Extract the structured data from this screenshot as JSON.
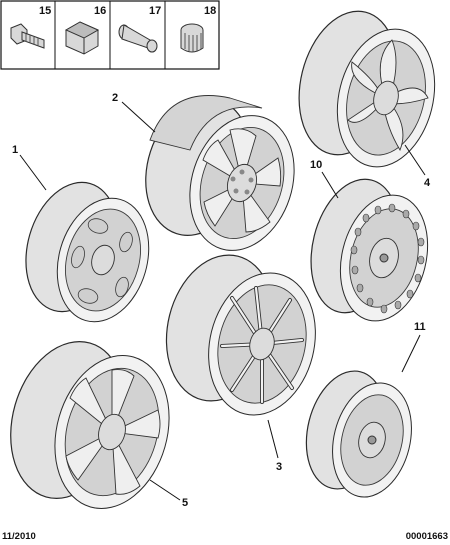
{
  "footer": {
    "date": "11/2010",
    "ref": "00001663"
  },
  "top_parts": [
    {
      "ref": "15",
      "icon": "wheel-bolt-icon"
    },
    {
      "ref": "16",
      "icon": "lock-nut-cap-icon"
    },
    {
      "ref": "17",
      "icon": "tyre-valve-icon"
    },
    {
      "ref": "18",
      "icon": "lock-bolt-key-icon"
    }
  ],
  "callouts": {
    "c1": "1",
    "c2": "2",
    "c3": "3",
    "c4": "4",
    "c5": "5",
    "c10": "10",
    "c11": "11"
  }
}
